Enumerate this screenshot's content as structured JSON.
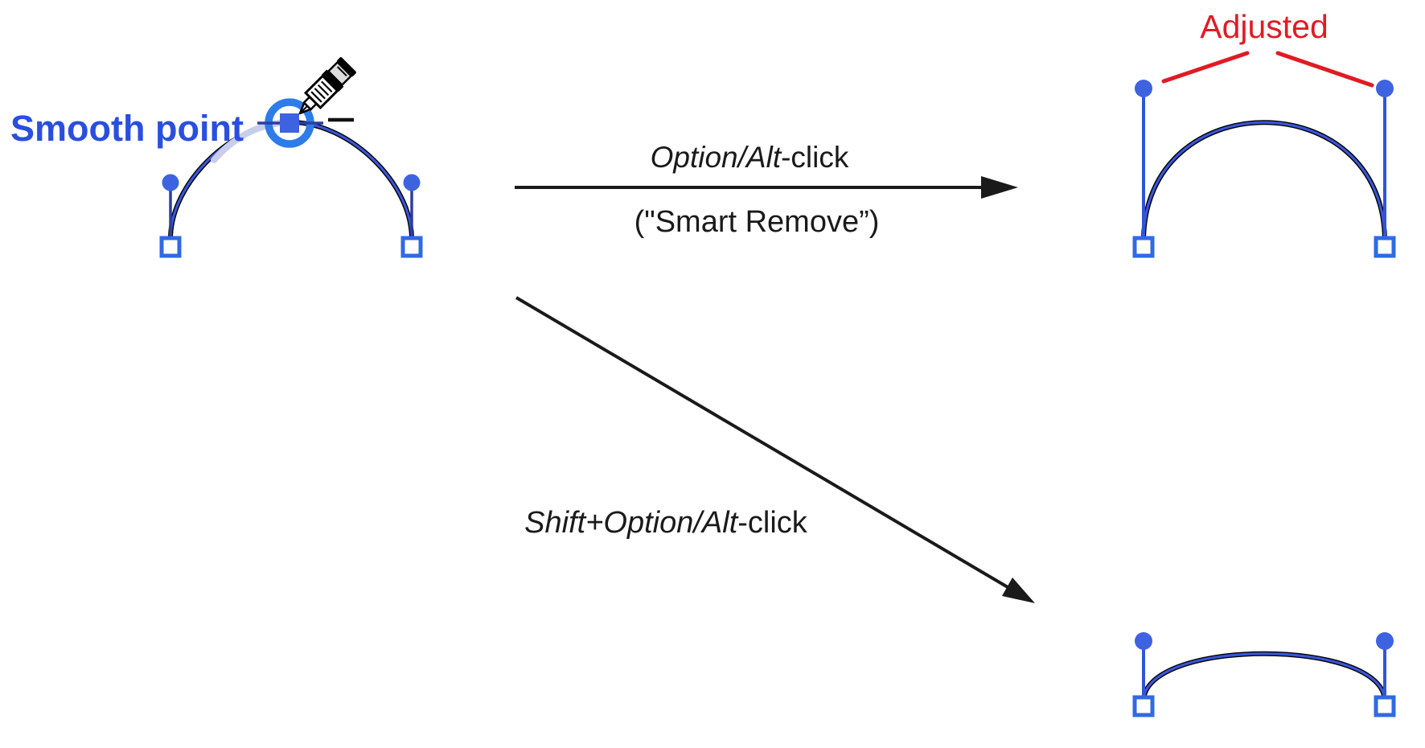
{
  "figure_smooth": {
    "label": "Smooth point",
    "cursor_icon": "pen-delete-anchor-icon",
    "minus_icon": "minus-icon"
  },
  "transition_horizontal": {
    "label_italic": "Option/Alt",
    "label_regular": "-click",
    "sublabel": "(\"Smart Remove”)"
  },
  "transition_diagonal": {
    "label_italic": "Shift+Option/Alt",
    "label_regular": "-click"
  },
  "figure_adjusted": {
    "label": "Adjusted"
  },
  "colors": {
    "label_blue": "#2a4fdf",
    "anchor_blue": "#3e63e0",
    "square_stroke_blue": "#2f6ae3",
    "ring_blue": "#2d7ce9",
    "curve_blue": "#3a55d8",
    "curve_outline": "#000000",
    "faded_segment": "#c9cdec",
    "stem_blue": "#2c3f9e",
    "handle_stem_bright": "#3055d8",
    "red": "#e01b24",
    "arrow_black": "#1a1a1a"
  }
}
